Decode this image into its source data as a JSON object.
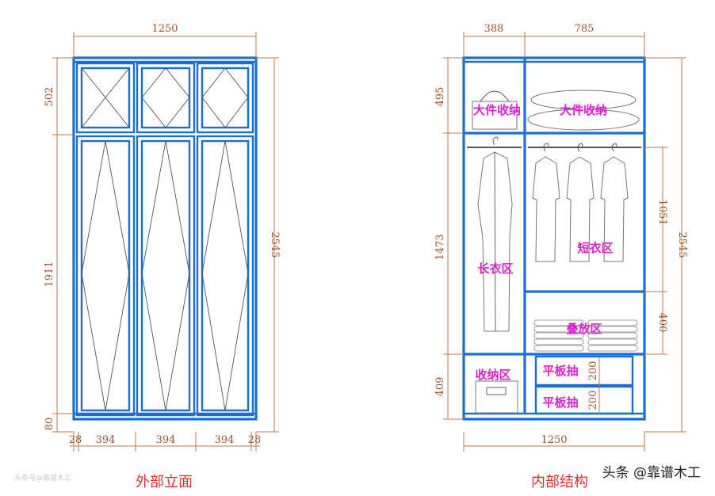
{
  "exterior": {
    "width_total": "1250",
    "top_height": "502",
    "main_height": "1911",
    "base_height": "80",
    "overall_height": "2545",
    "panel_widths": [
      "28",
      "394",
      "394",
      "394",
      "28"
    ],
    "caption": "外部立面"
  },
  "interior": {
    "left_width": "388",
    "right_width": "785",
    "top_height": "495",
    "hanging_left_height": "1473",
    "hanging_right_height": "1051",
    "fold_height": "400",
    "bottom_height": "409",
    "overall_height": "2545",
    "width_total": "1250",
    "drawer_heights": [
      "200",
      "200"
    ],
    "labels": {
      "storage_left": "大件收纳",
      "storage_right": "大件收纳",
      "long_clothes": "长衣区",
      "short_clothes": "短衣区",
      "folding": "叠放区",
      "storage_bottom": "收纳区",
      "drawer_1": "平板抽",
      "drawer_2": "平板抽"
    },
    "caption": "内部结构"
  },
  "watermark": {
    "text": "头条 @靠谱木工",
    "small_text": "头条号@靠谱木工"
  }
}
